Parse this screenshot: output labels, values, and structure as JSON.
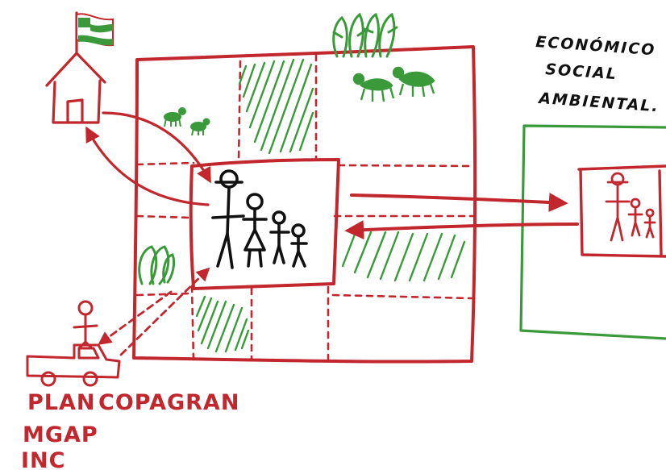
{
  "labels": {
    "plan": "PLAN",
    "copagran": "COPAGRAN",
    "mgap": "MGAP",
    "inc": "INC",
    "economico": "ECONÓMICO",
    "social": "SOCIAL",
    "ambiental": "AMBIENTAL."
  },
  "colors": {
    "red": "#c1272d",
    "green": "#3a9a3a",
    "black": "#111111"
  },
  "icons": [
    "flag-icon",
    "house-icon",
    "truck-icon",
    "person-icon",
    "family-icon",
    "tree-icon",
    "animal-icon",
    "pasture-icon"
  ]
}
